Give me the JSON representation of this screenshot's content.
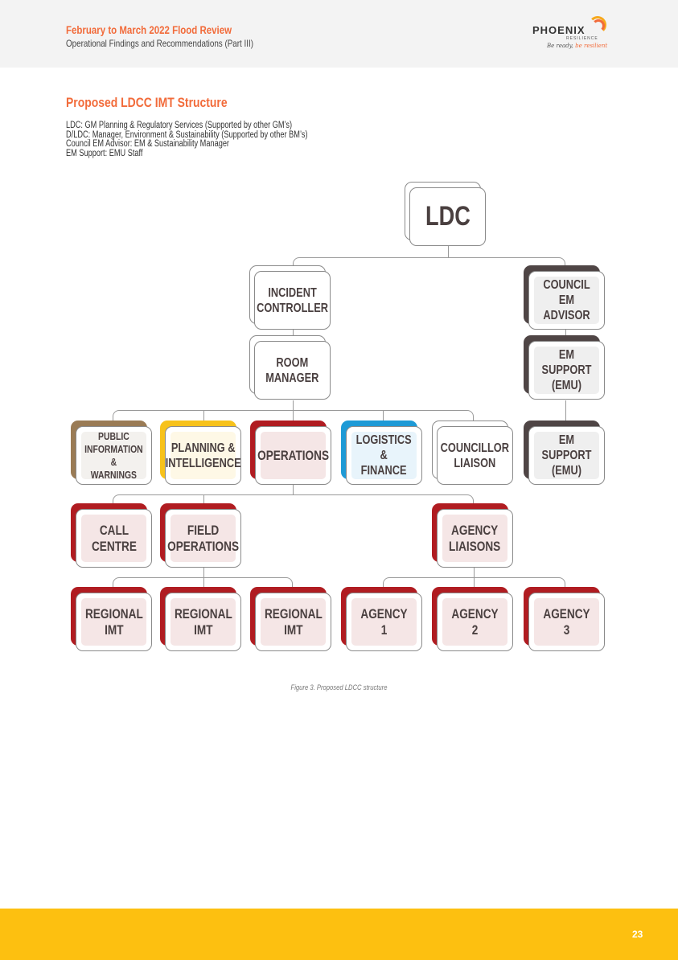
{
  "header": {
    "title": "February to March 2022 Flood Review",
    "subtitle": "Operational Findings and Recommendations (Part III)",
    "logo_brand": "PHOENIX",
    "logo_sub": "RESILIENCE",
    "logo_tag_a": "Be ready,",
    "logo_tag_b": " be resilient"
  },
  "page_title": "Proposed LDCC IMT Structure",
  "roles": [
    "LDC: GM Planning & Regulatory Services (Supported by other GM’s)",
    "D/LDC: Manager, Environment & Sustainability (Supported by other BM’s)",
    "Council EM Advisor: EM & Sustainability Manager",
    "EM Support: EMU Staff"
  ],
  "colors": {
    "accent": "#f26b3a",
    "footer": "#fdc010",
    "brown": "#9a7b55",
    "yellow": "#f7c21b",
    "red": "#b01c21",
    "blue": "#1e9ad6",
    "dark": "#4f4545"
  },
  "chart": {
    "boxes": [
      {
        "id": "ldc",
        "label": "LDC"
      },
      {
        "id": "ic",
        "label": "INCIDENT\nCONTROLLER"
      },
      {
        "id": "cea",
        "label": "COUNCIL\nEM ADVISOR"
      },
      {
        "id": "rm",
        "label": "ROOM\nMANAGER"
      },
      {
        "id": "ems1",
        "label": "EM SUPPORT\n(EMU)"
      },
      {
        "id": "piw",
        "label": "PUBLIC\nINFORMATION &\nWARNINGS"
      },
      {
        "id": "pi",
        "label": "PLANNING &\nINTELLIGENCE"
      },
      {
        "id": "ops",
        "label": "OPERATIONS"
      },
      {
        "id": "lf",
        "label": "LOGISTICS\n& FINANCE"
      },
      {
        "id": "cl",
        "label": "COUNCILLOR\nLIAISON"
      },
      {
        "id": "ems2",
        "label": "EM SUPPORT\n(EMU)"
      },
      {
        "id": "cc",
        "label": "CALL\nCENTRE"
      },
      {
        "id": "fo",
        "label": "FIELD\nOPERATIONS"
      },
      {
        "id": "al",
        "label": "AGENCY\nLIAISONS"
      },
      {
        "id": "r1",
        "label": "REGIONAL\nIMT"
      },
      {
        "id": "r2",
        "label": "REGIONAL\nIMT"
      },
      {
        "id": "r3",
        "label": "REGIONAL\nIMT"
      },
      {
        "id": "a1",
        "label": "AGENCY 1"
      },
      {
        "id": "a2",
        "label": "AGENCY 2"
      },
      {
        "id": "a3",
        "label": "AGENCY 3"
      }
    ]
  },
  "caption": "Figure 3. Proposed LDCC structure",
  "page_number": "23"
}
